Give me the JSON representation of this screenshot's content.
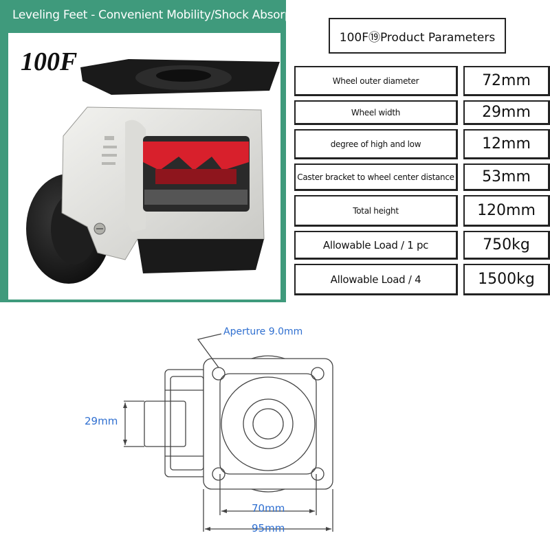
{
  "headline": "Leveling Feet - Convenient Mobility/Shock Absorption",
  "model_label": "100F",
  "parameters": {
    "title": "100F⑲Product Parameters",
    "rows": [
      {
        "label": "Wheel outer diameter",
        "value": "72mm"
      },
      {
        "label": "Wheel width",
        "value": "29mm"
      },
      {
        "label": "degree of high and low",
        "value": "12mm"
      },
      {
        "label": "Caster bracket to wheel center distance",
        "value": "53mm"
      },
      {
        "label": "Total height",
        "value": "120mm"
      },
      {
        "label": "Allowable Load / 1 pc",
        "value": "750kg"
      },
      {
        "label": "Allowable Load / 4",
        "value": "1500kg"
      }
    ]
  },
  "drawing": {
    "aperture": "Aperture 9.0mm",
    "width_dim": "29mm",
    "inner_dim": "70mm",
    "outer_dim": "95mm"
  },
  "colors": {
    "band": "#3f9a7c",
    "dimension_text": "#2f6fd0",
    "handle": "#d8202c"
  }
}
